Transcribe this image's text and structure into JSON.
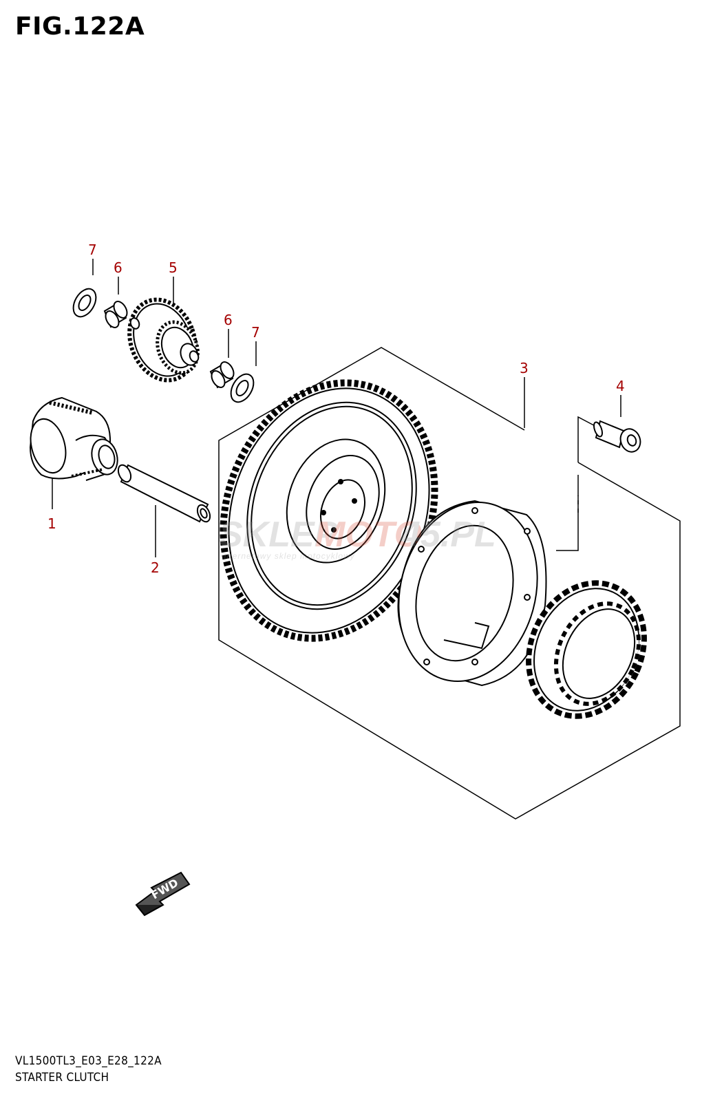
{
  "figure": {
    "title": "FIG.122A",
    "code": "VL1500TL3_E03_E28_122A",
    "caption": "STARTER CLUTCH"
  },
  "callouts": [
    "7",
    "6",
    "5",
    "6",
    "7",
    "3",
    "4",
    "1",
    "2"
  ],
  "watermark": {
    "brand_part1": "SKLEP",
    "brand_part2": "MOTO",
    "brand_part3": "45.PL",
    "tagline": "internetowy sklep motocyklowy"
  },
  "fwd_label": "FWD",
  "colors": {
    "callout": "#a40000",
    "line": "#000000",
    "watermark_red": "#d9533c"
  }
}
